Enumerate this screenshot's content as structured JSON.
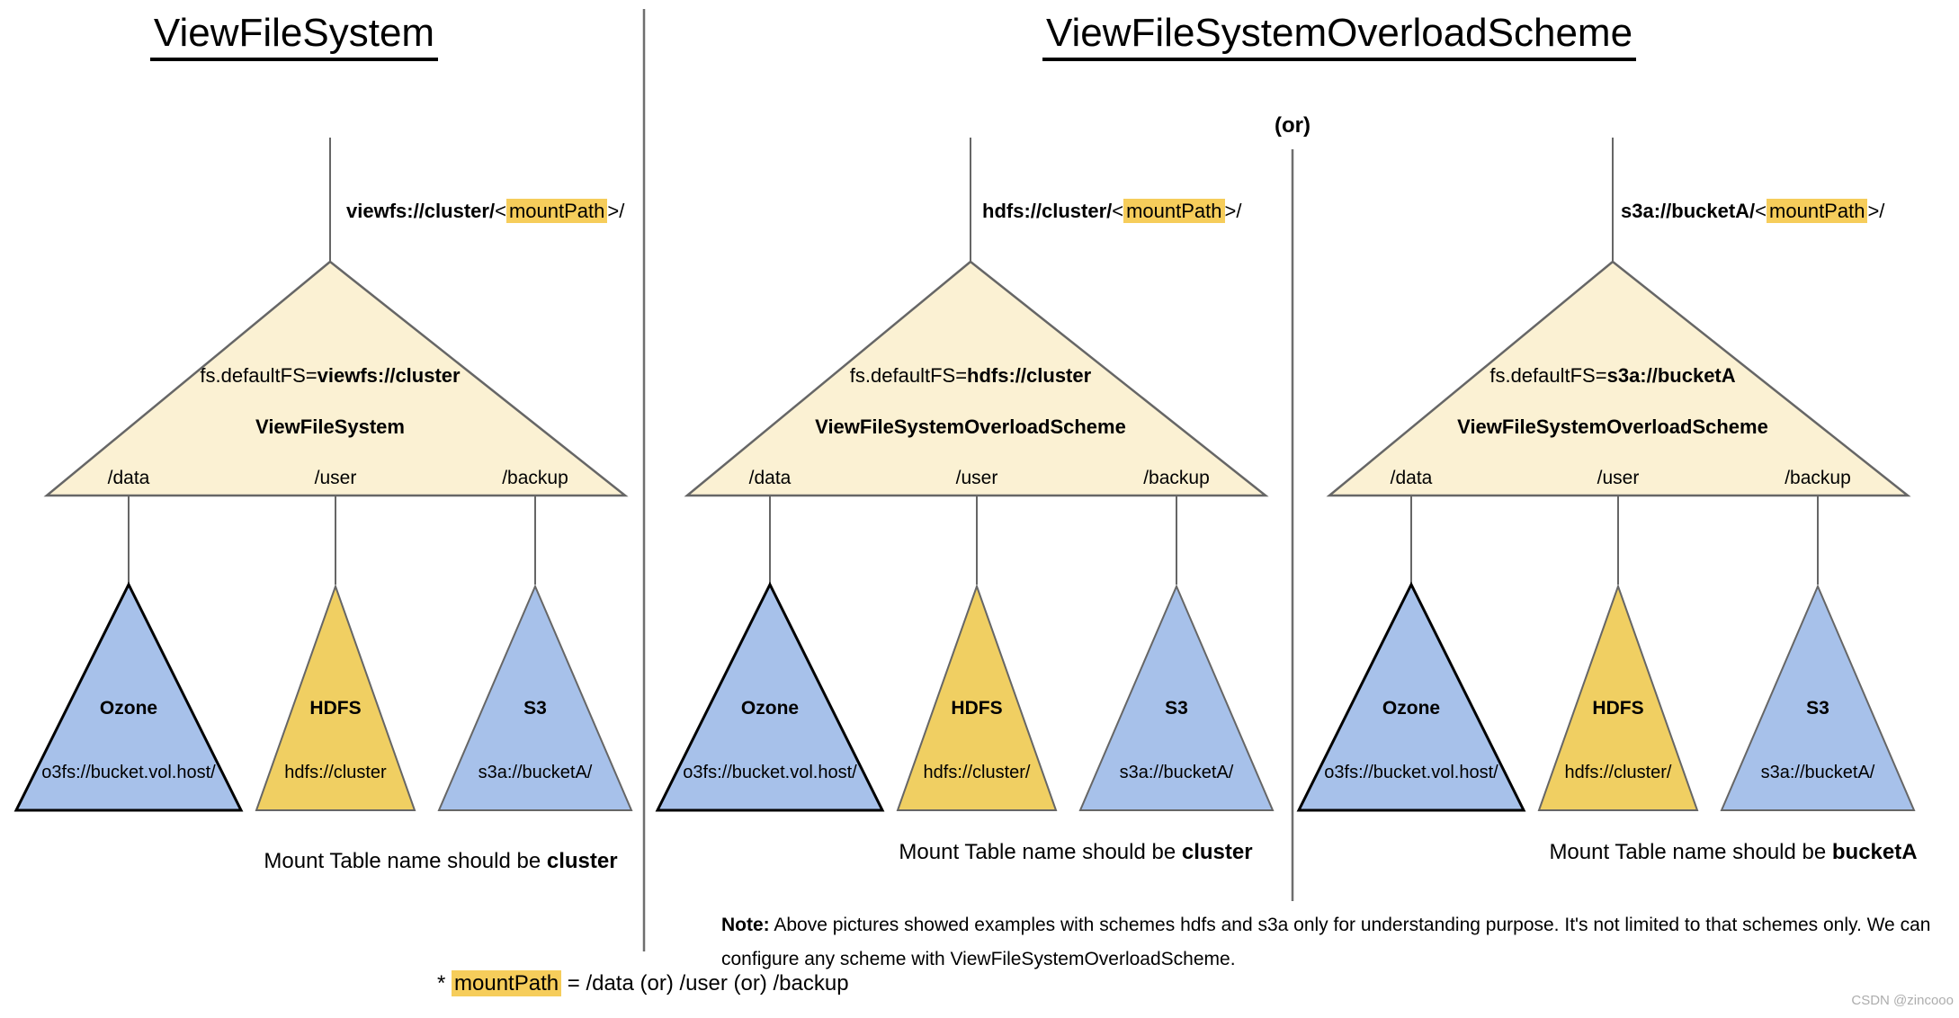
{
  "titles": {
    "left": "ViewFileSystem",
    "right": "ViewFileSystemOverloadScheme"
  },
  "or_label": "(or)",
  "colors": {
    "cream": "#FBF1D3",
    "blue": "#A7C1EA",
    "gold": "#F0CF62",
    "hl": "#F6CD5B",
    "stroke": "#666666",
    "divider": "#6E6E6E",
    "wm": "#ADADAD"
  },
  "groups": [
    {
      "url": {
        "bold": "viewfs://cluster/",
        "lt": "<",
        "highlight": "mountPath",
        "gt": ">/"
      },
      "fs_default_prefix": "fs.defaultFS=",
      "fs_default_value": "viewfs://cluster",
      "class_name": "ViewFileSystem",
      "mounts": [
        "/data",
        "/user",
        "/backup"
      ],
      "children": [
        {
          "name": "Ozone",
          "path": "o3fs://bucket.vol.host/"
        },
        {
          "name": "HDFS",
          "path": "hdfs://cluster"
        },
        {
          "name": "S3",
          "path": "s3a://bucketA/"
        }
      ],
      "caption_prefix": "Mount Table name should be ",
      "caption_bold": "cluster"
    },
    {
      "url": {
        "bold": "hdfs://cluster/",
        "lt": "<",
        "highlight": "mountPath",
        "gt": ">/"
      },
      "fs_default_prefix": "fs.defaultFS=",
      "fs_default_value": "hdfs://cluster",
      "class_name": "ViewFileSystemOverloadScheme",
      "mounts": [
        "/data",
        "/user",
        "/backup"
      ],
      "children": [
        {
          "name": "Ozone",
          "path": "o3fs://bucket.vol.host/"
        },
        {
          "name": "HDFS",
          "path": "hdfs://cluster/"
        },
        {
          "name": "S3",
          "path": "s3a://bucketA/"
        }
      ],
      "caption_prefix": "Mount Table name should be ",
      "caption_bold": "cluster"
    },
    {
      "url": {
        "bold": "s3a://bucketA/",
        "lt": "<",
        "highlight": "mountPath",
        "gt": ">/"
      },
      "fs_default_prefix": "fs.defaultFS=",
      "fs_default_value": "s3a://bucketA",
      "class_name": "ViewFileSystemOverloadScheme",
      "mounts": [
        "/data",
        "/user",
        "/backup"
      ],
      "children": [
        {
          "name": "Ozone",
          "path": "o3fs://bucket.vol.host/"
        },
        {
          "name": "HDFS",
          "path": "hdfs://cluster/"
        },
        {
          "name": "S3",
          "path": "s3a://bucketA/"
        }
      ],
      "caption_prefix": "Mount Table name should be ",
      "caption_bold": "bucketA"
    }
  ],
  "note": {
    "label": "Note:",
    "text": " Above pictures showed examples with schemes hdfs and s3a only for understanding purpose. It's not limited to that schemes only. We can configure any scheme with ViewFileSystemOverloadScheme."
  },
  "footnote": {
    "star": "* ",
    "highlight": "mountPath",
    "rest": " = /data (or) /user (or) /backup"
  },
  "watermark": "CSDN @zincooo"
}
